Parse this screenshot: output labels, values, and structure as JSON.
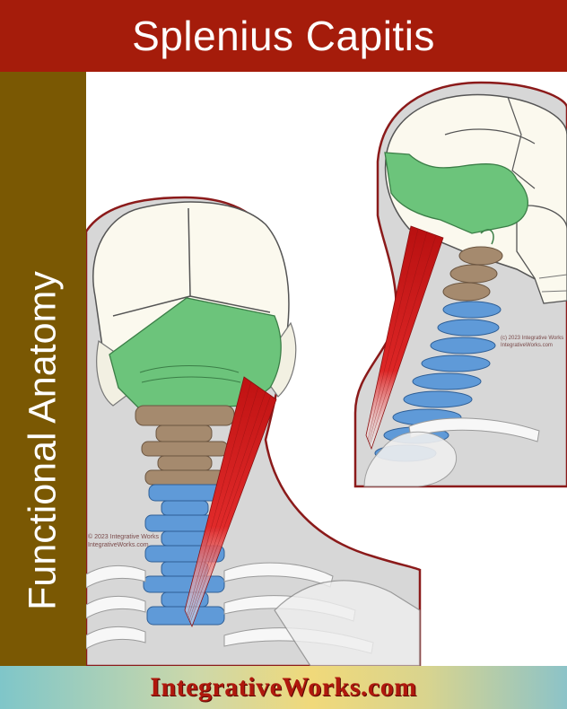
{
  "header": {
    "title": "Splenius Capitis"
  },
  "sidebar": {
    "label": "Functional Anatomy"
  },
  "illustration": {
    "copyright_front": "© 2023 Integrative Works",
    "site_front": "IntegrativeWorks.com",
    "copyright_side": "(c) 2023 Integrative Works",
    "site_side": "IntegrativeWorks.com"
  },
  "footer": {
    "brand": "IntegrativeWorks.com"
  },
  "colors": {
    "header_bg": "#a51c0b",
    "sidebar_bg": "#7a5803",
    "muscle_red": "#d21b1b",
    "occipital_green": "#6cc47b",
    "cervical_brown": "#a58a6e",
    "thoracic_blue": "#5f9ad8"
  }
}
